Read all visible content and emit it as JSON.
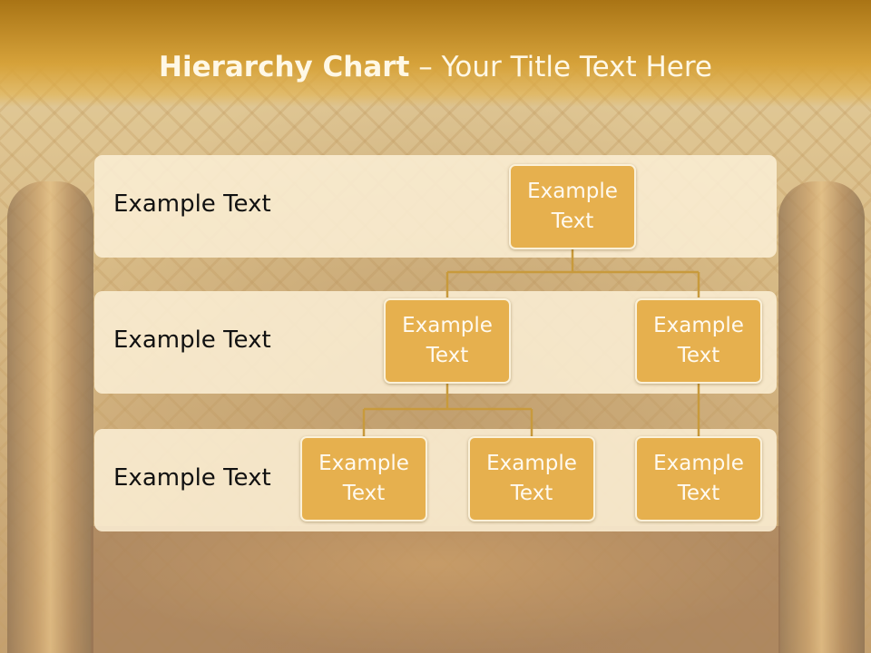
{
  "slide": {
    "title_bold": "Hierarchy Chart",
    "title_rest": " – Your Title Text Here"
  },
  "levels": [
    {
      "label": "Example Text"
    },
    {
      "label": "Example Text"
    },
    {
      "label": "Example Text"
    }
  ],
  "nodes": {
    "root": "Example Text",
    "l2_left": "Example Text",
    "l2_right": "Example Text",
    "l3_a": "Example Text",
    "l3_b": "Example Text",
    "l3_c": "Example Text"
  },
  "hierarchy": {
    "root": [
      "l2_left",
      "l2_right"
    ],
    "l2_left": [
      "l3_a",
      "l3_b"
    ],
    "l2_right": [
      "l3_c"
    ]
  },
  "colors": {
    "header": "#c8901f",
    "node_fill": "#e6b04e",
    "node_text": "#fffaf0",
    "connector": "#c89a3c",
    "band": "#f8ecd4"
  }
}
